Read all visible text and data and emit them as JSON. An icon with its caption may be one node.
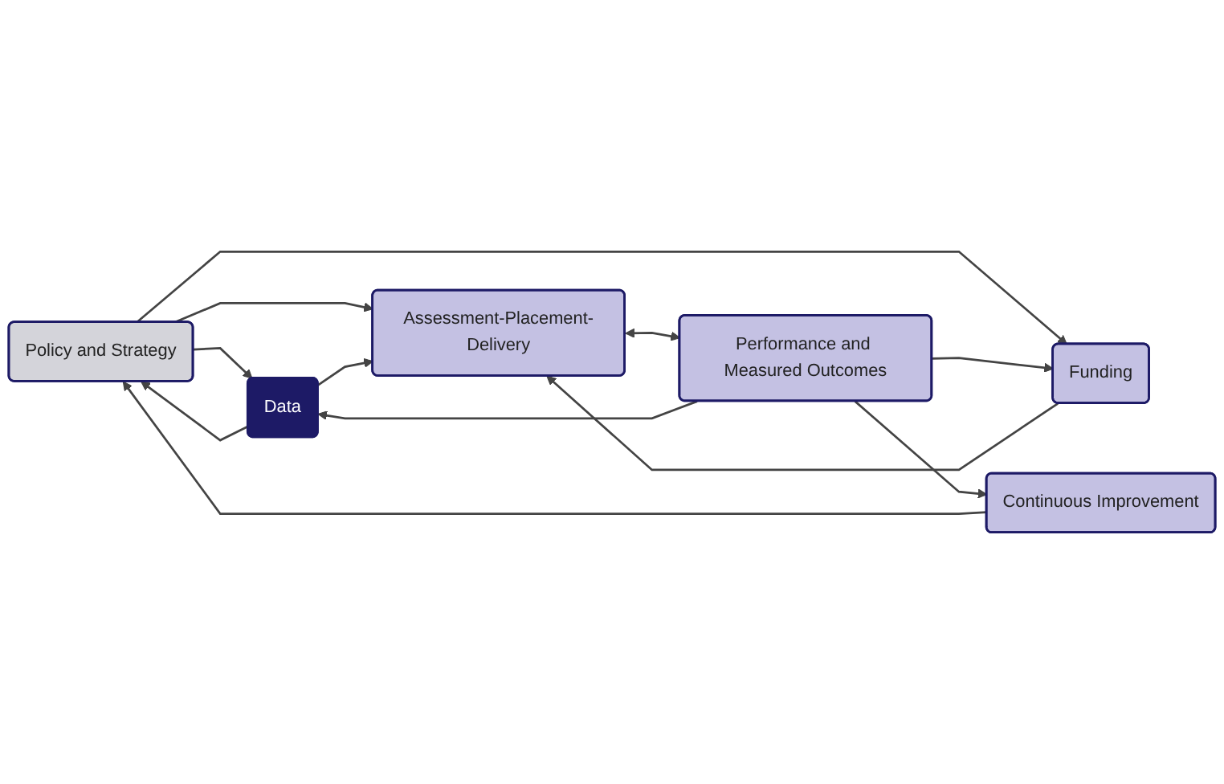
{
  "diagram": {
    "nodes": [
      {
        "text": [
          "Policy and Strategy"
        ]
      },
      {
        "text": [
          "Data"
        ]
      },
      {
        "text": [
          "Assessment-Placement-Delivery"
        ]
      },
      {
        "text": [
          "Funding"
        ]
      },
      {
        "text": [
          "Performance and Measured Outcomes"
        ]
      },
      {
        "text": [
          "Continuous Improvement"
        ]
      }
    ],
    "edges": [
      {
        "from": 1,
        "to": 0,
        "arrow": "to"
      },
      {
        "from": 0,
        "to": 1,
        "arrow": "to"
      },
      {
        "from": 0,
        "to": 2,
        "arrow": "to"
      },
      {
        "from": 0,
        "to": 3,
        "arrow": "to"
      },
      {
        "from": 1,
        "to": 2,
        "arrow": "to"
      },
      {
        "from": 3,
        "to": 2,
        "arrow": "to"
      },
      {
        "from": 4,
        "to": 1,
        "arrow": "to"
      },
      {
        "from": 2,
        "to": 4,
        "arrow": "both"
      },
      {
        "from": 4,
        "to": 3,
        "arrow": "to"
      },
      {
        "from": 4,
        "to": 5,
        "arrow": "to"
      },
      {
        "from": 5,
        "to": 0,
        "arrow": "to"
      }
    ]
  }
}
